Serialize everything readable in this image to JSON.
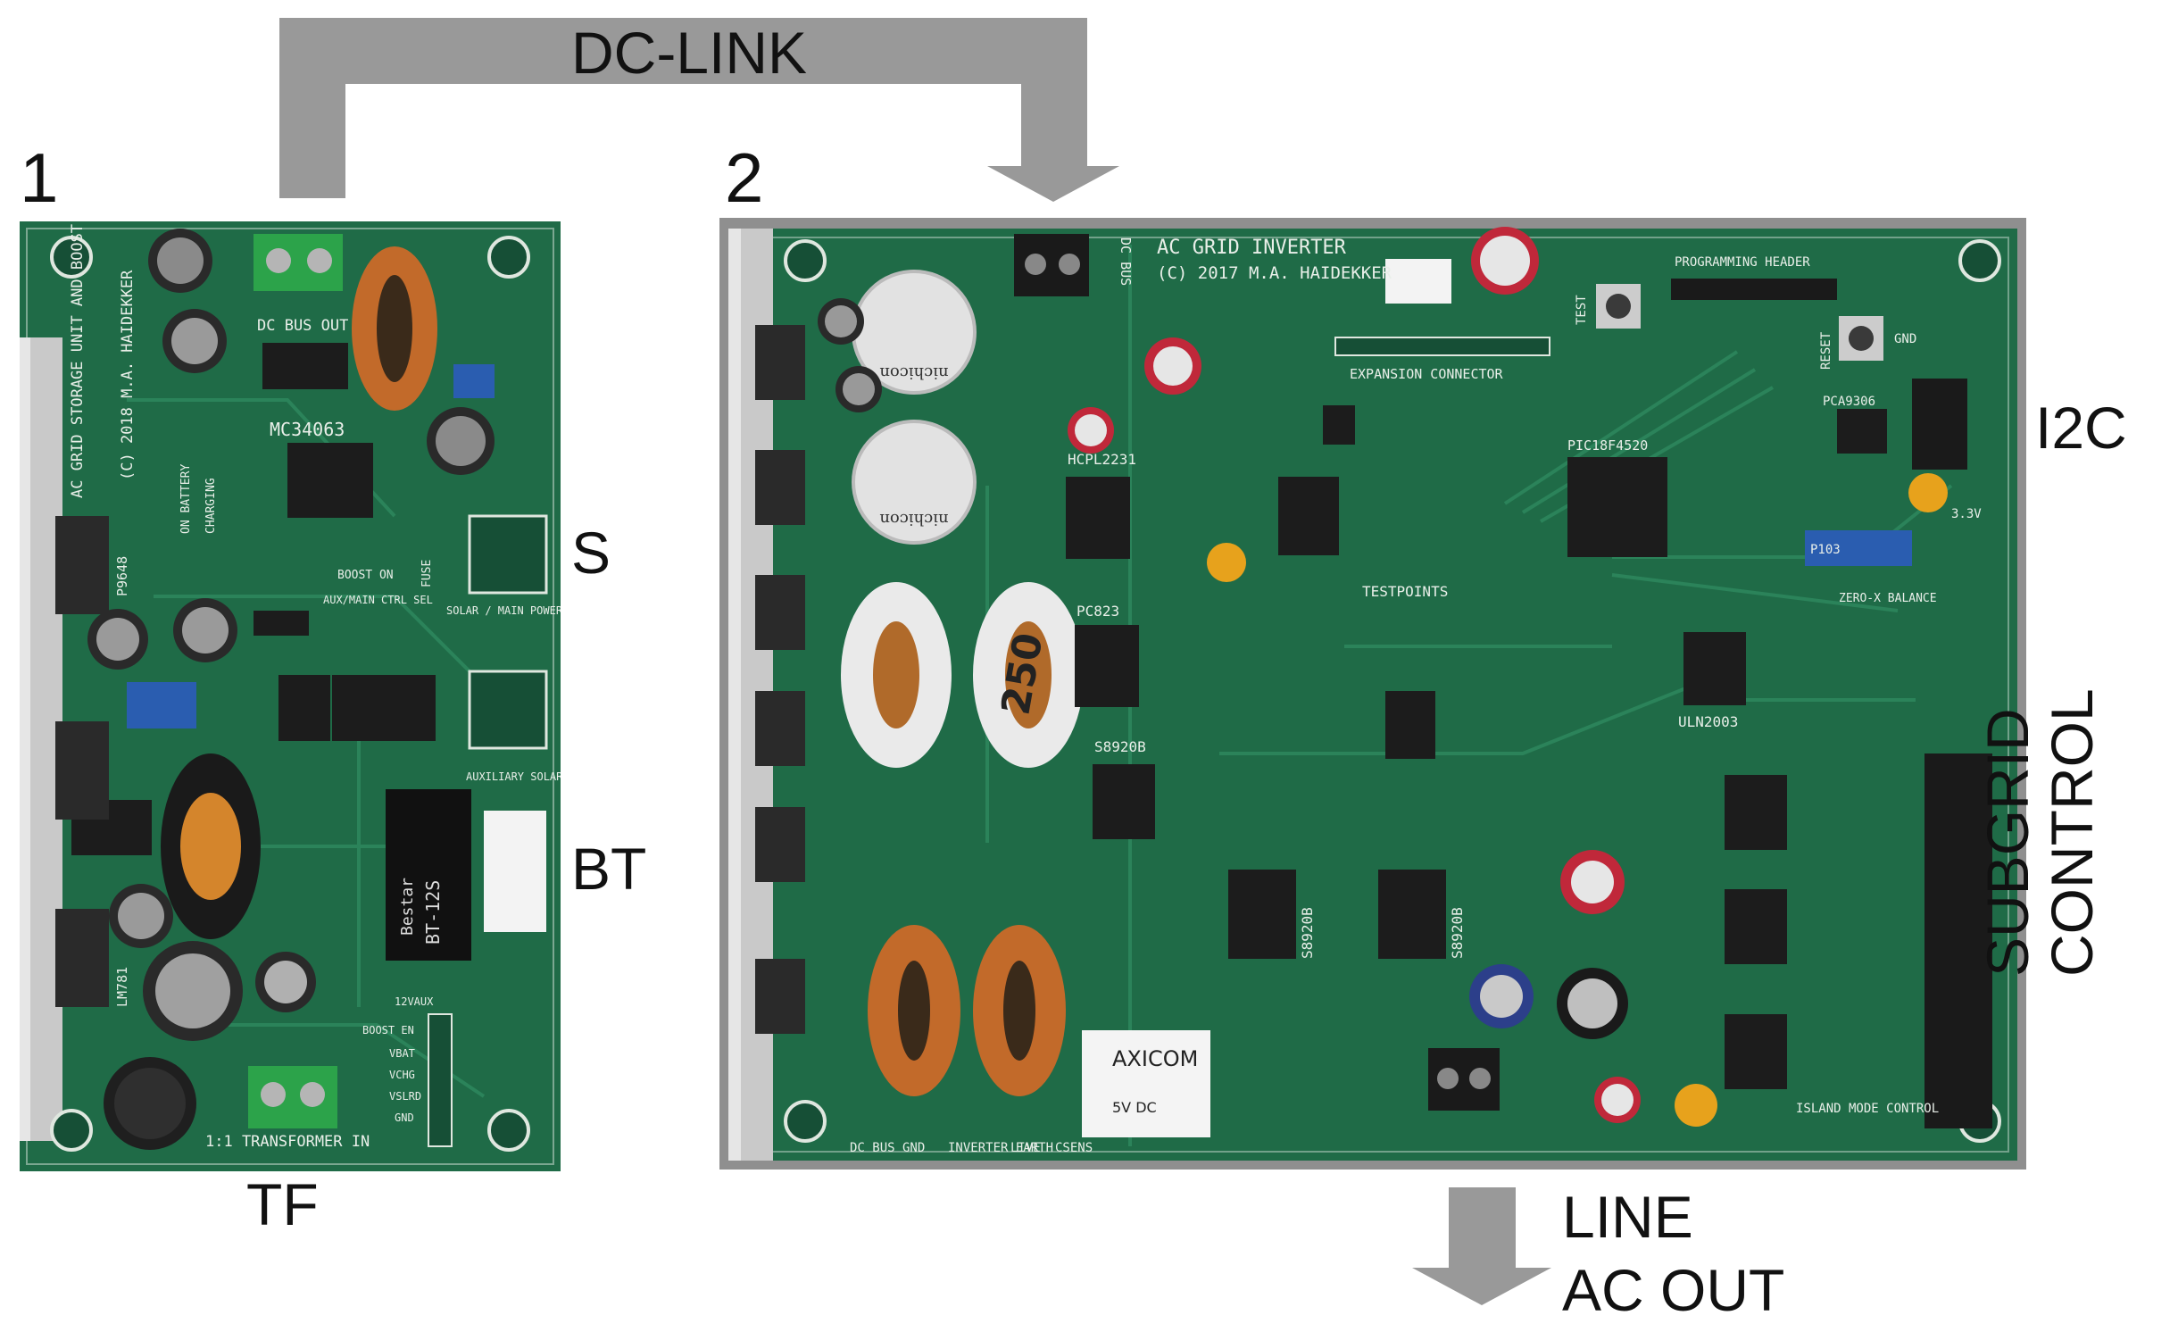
{
  "figure": {
    "board1": {
      "number": "1",
      "silkscreen": {
        "title": "AC GRID STORAGE UNIT AND BOOST CONVERTER",
        "copyright": "(C) 2018 M.A. HAIDEKKER",
        "dc_bus_out": "DC BUS OUT",
        "ic_main": "MC34063",
        "on_battery": "ON BATTERY",
        "charging": "CHARGING",
        "boost_on": "BOOST ON",
        "fuse": "FUSE",
        "aux_main": "AUX/MAIN CTRL SEL",
        "solar_main": "SOLAR / MAIN POWER IN",
        "aux_solar": "AUXILIARY SOLAR",
        "relay_brand": "Bestar",
        "relay_model": "BT-12S",
        "transformer_in": "1:1 TRANSFORMER IN",
        "pins": [
          "12VAUX",
          "BOOST EN",
          "VBAT",
          "VCHG",
          "VSLRD",
          "GND"
        ],
        "transistor": "P9648",
        "regulator": "LM781"
      }
    },
    "board2": {
      "number": "2",
      "silkscreen": {
        "title": "AC GRID INVERTER",
        "copyright": "(C) 2017 M.A. HAIDEKKER",
        "dc_bus": "DC BUS",
        "programming_header": "PROGRAMMING HEADER",
        "expansion_connector": "EXPANSION CONNECTOR",
        "testpoints": "TESTPOINTS",
        "testpoints_bottom": [
          "DC BUS GND",
          "INVERTER EARTH",
          "LIVE",
          "CSENS"
        ],
        "mcu": "PIC18F4520",
        "driver": "ULN2003",
        "i2c_chip": "PCA9306",
        "optos": [
          "HCPL2231",
          "PC823"
        ],
        "gate_drivers": [
          "S8920B",
          "S8920B",
          "S8920B"
        ],
        "relay_brand": "AXICOM",
        "relay_voltage": "5V DC",
        "zero_x": "ZERO-X BALANCE",
        "island_mode": "ISLAND MODE CONTROL",
        "caps": [
          "nichicon",
          "nichicon"
        ],
        "toroid": "250",
        "reset": "RESET",
        "test": "TEST",
        "gnd": "GND",
        "v33": "3.3V",
        "pot": "P103"
      }
    },
    "annotations": {
      "dc_link": "DC-LINK",
      "s": "S",
      "bt": "BT",
      "tf": "TF",
      "i2c": "I2C",
      "subgrid_line1": "SUBGRID",
      "subgrid_line2": "CONTROL",
      "line_out_1": "LINE",
      "line_out_2": "AC OUT"
    },
    "colors": {
      "pcb_green": "#1f6b47",
      "pcb_dark": "#164f36",
      "arrow_gray": "#999999",
      "label_black": "#111111",
      "background": "#ffffff"
    }
  }
}
